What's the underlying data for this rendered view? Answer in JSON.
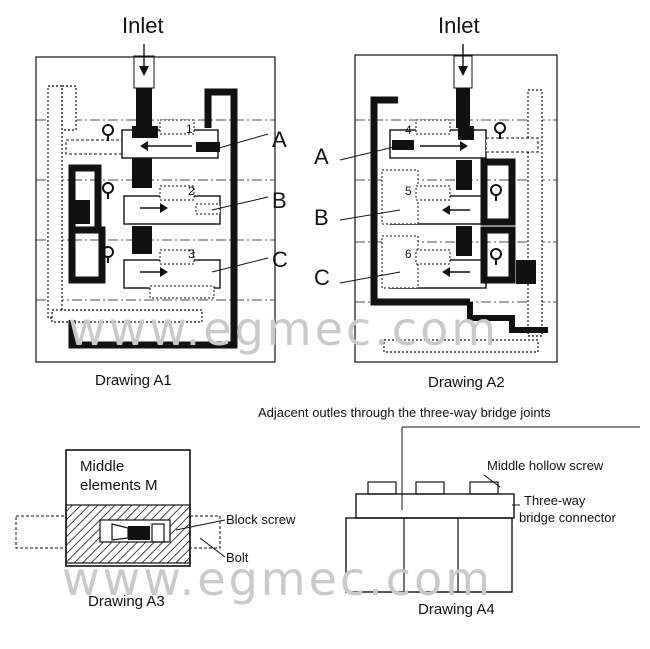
{
  "drawing_a1": {
    "inlet": "Inlet",
    "caption": "Drawing A1",
    "sections": [
      "1",
      "2",
      "3"
    ],
    "callouts": [
      "A",
      "B",
      "C"
    ]
  },
  "drawing_a2": {
    "inlet": "Inlet",
    "caption": "Drawing A2",
    "sections": [
      "4",
      "5",
      "6"
    ],
    "callouts": [
      "A",
      "B",
      "C"
    ]
  },
  "drawing_a3": {
    "middle_label_line1": "Middle",
    "middle_label_line2": "elements M",
    "block_screw": "Block screw",
    "bolt": "Bolt",
    "caption": "Drawing A3"
  },
  "drawing_a4": {
    "heading": "Adjacent outles through the three-way bridge joints",
    "hollow_screw": "Middle hollow screw",
    "connector_line1": "Three-way",
    "connector_line2": "bridge connector",
    "caption": "Drawing A4"
  },
  "watermark": "www.egmec.com"
}
